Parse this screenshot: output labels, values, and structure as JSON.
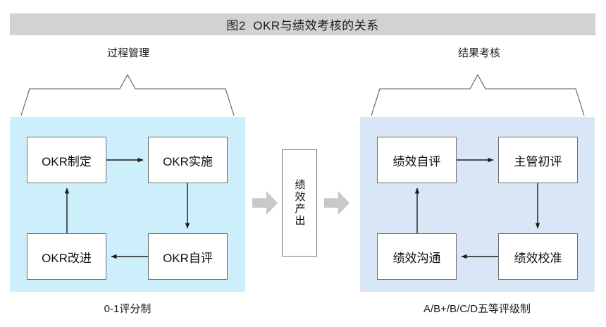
{
  "figure": {
    "title": "图2  OKR与绩效考核的关系",
    "title_bar_color": "#d2d2d2"
  },
  "left_section": {
    "heading": "过程管理",
    "panel_color": "#cdeefb",
    "caption": "0-1评分制",
    "nodes": [
      {
        "id": "okr-plan",
        "label": "OKR制定"
      },
      {
        "id": "okr-execute",
        "label": "OKR实施"
      },
      {
        "id": "okr-review",
        "label": "OKR自评"
      },
      {
        "id": "okr-improve",
        "label": "OKR改进"
      }
    ]
  },
  "middle": {
    "output_label": "绩效产出",
    "arrow_color": "#c8c8c8",
    "arrows": [
      {
        "id": "arrow-in",
        "direction": "right"
      },
      {
        "id": "arrow-out",
        "direction": "right"
      }
    ]
  },
  "right_section": {
    "heading": "结果考核",
    "panel_color": "#d9e6f5",
    "caption": "A/B+/B/C/D五等评级制",
    "nodes": [
      {
        "id": "self-review",
        "label": "绩效自评"
      },
      {
        "id": "manager-review",
        "label": "主管初评"
      },
      {
        "id": "calibration",
        "label": "绩效校准"
      },
      {
        "id": "communication",
        "label": "绩效沟通"
      }
    ]
  }
}
